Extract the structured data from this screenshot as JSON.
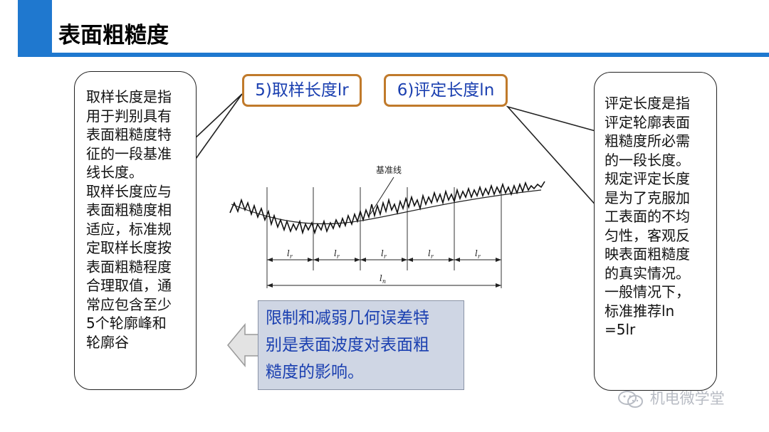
{
  "header": {
    "title": "表面粗糙度"
  },
  "tags": {
    "sampling": "5)取样长度lr",
    "evaluation": "6)评定长度ln"
  },
  "left_callout": {
    "lines": [
      "取样长度是指",
      "用于判别具有",
      "表面粗糙度特",
      "征的一段基准",
      "线长度。",
      "取样长度应与",
      "表面粗糙度相",
      "适应，标准规",
      "定取样长度按",
      "表面粗糙程度",
      "合理取值，通",
      "常应包含至少",
      "5个轮廓峰和",
      "轮廓谷"
    ]
  },
  "right_callout": {
    "lines": [
      "评定长度是指",
      "评定轮廓表面",
      "粗糙度所必需",
      "的一段长度。",
      "规定评定长度",
      "是为了克服加",
      "工表面的不均",
      "匀性，客观反",
      "映表面粗糙度",
      "的真实情况。",
      "一般情况下，",
      "标准推荐ln",
      "=5lr"
    ]
  },
  "figure": {
    "baseline_label": "基准线",
    "segment_label": "l",
    "segment_subscript": "r",
    "total_label": "l",
    "total_subscript": "n"
  },
  "note": {
    "lines": [
      "限制和减弱几何误差特",
      "别是表面波度对表面粗",
      "糙度的影响。"
    ]
  },
  "watermark": {
    "text": "机电微学堂",
    "icon": "wechat-icon"
  },
  "colors": {
    "accent": "#1f78cf",
    "tag_border": "#c07a2b",
    "tag_text": "#1a3fb0",
    "note_bg": "#cfd6e4"
  }
}
